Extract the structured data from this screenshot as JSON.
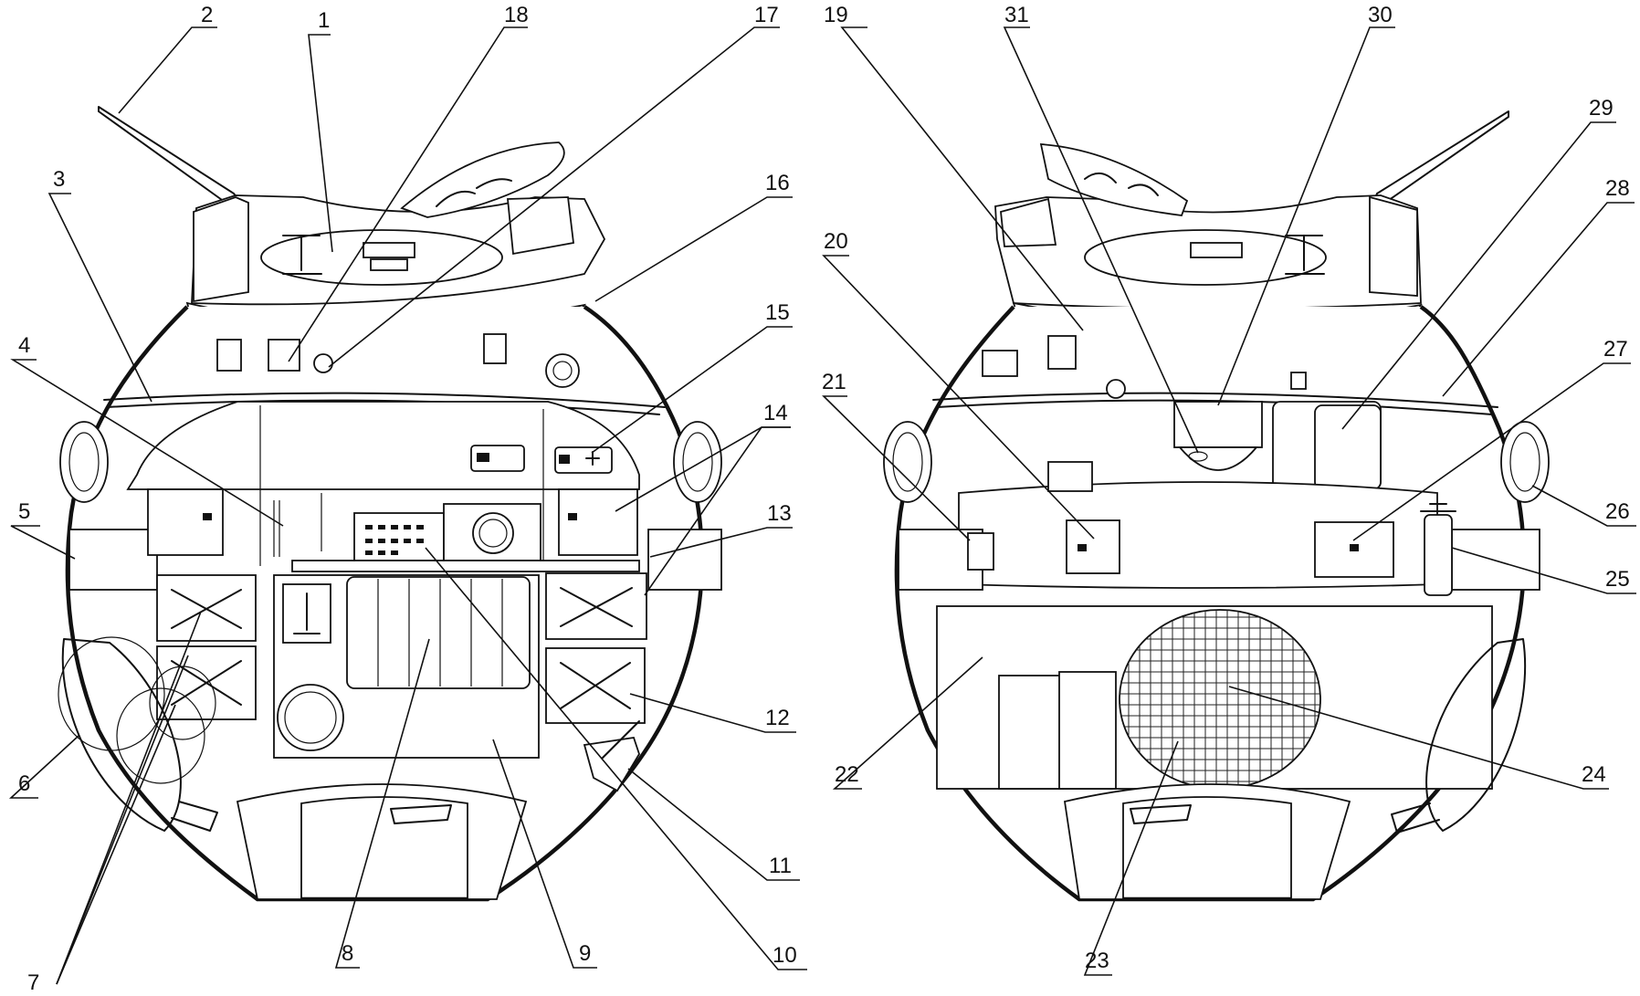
{
  "callouts": [
    {
      "id": "1",
      "text": "1"
    },
    {
      "id": "2",
      "text": "2"
    },
    {
      "id": "3",
      "text": "3"
    },
    {
      "id": "4",
      "text": "4"
    },
    {
      "id": "5",
      "text": "5"
    },
    {
      "id": "6",
      "text": "6"
    },
    {
      "id": "7",
      "text": "7"
    },
    {
      "id": "8",
      "text": "8"
    },
    {
      "id": "9",
      "text": "9"
    },
    {
      "id": "10",
      "text": "10"
    },
    {
      "id": "11",
      "text": "11"
    },
    {
      "id": "12",
      "text": "12"
    },
    {
      "id": "13",
      "text": "13"
    },
    {
      "id": "14",
      "text": "14"
    },
    {
      "id": "15",
      "text": "15"
    },
    {
      "id": "16",
      "text": "16"
    },
    {
      "id": "17",
      "text": "17"
    },
    {
      "id": "18",
      "text": "18"
    },
    {
      "id": "19",
      "text": "19"
    },
    {
      "id": "20",
      "text": "20"
    },
    {
      "id": "21",
      "text": "21"
    },
    {
      "id": "22",
      "text": "22"
    },
    {
      "id": "23",
      "text": "23"
    },
    {
      "id": "24",
      "text": "24"
    },
    {
      "id": "25",
      "text": "25"
    },
    {
      "id": "26",
      "text": "26"
    },
    {
      "id": "27",
      "text": "27"
    },
    {
      "id": "28",
      "text": "28"
    },
    {
      "id": "29",
      "text": "29"
    },
    {
      "id": "30",
      "text": "30"
    },
    {
      "id": "31",
      "text": "31"
    }
  ]
}
